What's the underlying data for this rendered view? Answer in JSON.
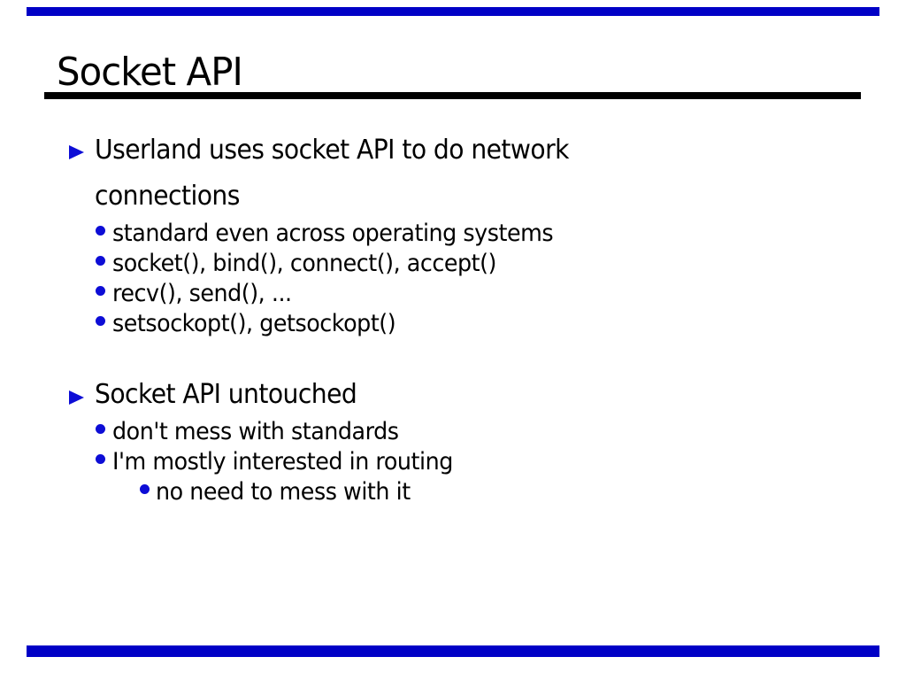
{
  "colors": {
    "background": "#ffffff",
    "text": "#000000",
    "bar_blue": "#0000c6",
    "bullet_blue": "#0d0dd6",
    "underline": "#000000"
  },
  "slide": {
    "title": "Socket API",
    "sections": [
      {
        "marker": "triangle-bullet",
        "heading_lines": [
          "Userland uses socket API to do network",
          "connections"
        ],
        "items": [
          {
            "level": 1,
            "text": "standard even across operating systems"
          },
          {
            "level": 1,
            "text": "socket(), bind(), connect(), accept()"
          },
          {
            "level": 1,
            "text": "recv(), send(), ..."
          },
          {
            "level": 1,
            "text": "setsockopt(), getsockopt()"
          }
        ]
      },
      {
        "marker": "triangle-bullet",
        "heading_lines": [
          "Socket API untouched"
        ],
        "items": [
          {
            "level": 1,
            "text": "don't mess with standards"
          },
          {
            "level": 1,
            "text": "I'm mostly interested in routing"
          },
          {
            "level": 2,
            "text": "no need to mess with it"
          }
        ]
      }
    ]
  }
}
